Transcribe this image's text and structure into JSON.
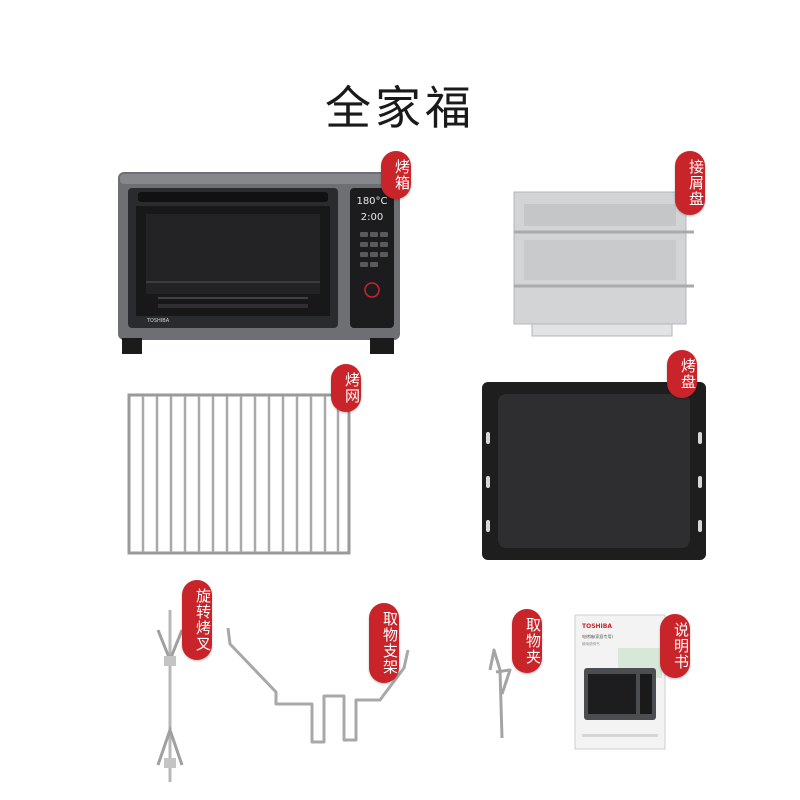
{
  "title": "全家福",
  "labels": {
    "oven": "烤箱",
    "crumb_tray": "接屑盘",
    "wire_rack": "烤网",
    "baking_tray": "烤盘",
    "rotisserie_fork": "旋转烤叉",
    "rotisserie_support": "取物支架",
    "tray_clip": "取物夹",
    "manual": "说明书"
  },
  "oven_display": {
    "temperature": "180°C",
    "time": "2:00",
    "brand": "TOSHIBA"
  },
  "manual_text": {
    "brand": "TOSHIBA",
    "title": "电烤箱(家庭专用)",
    "subtitle": "使用说明书"
  },
  "colors": {
    "tag": "#c8242a",
    "oven_body": "#6d6f73",
    "panel": "#1c1c1e",
    "tray_black": "#1e1e1e"
  }
}
